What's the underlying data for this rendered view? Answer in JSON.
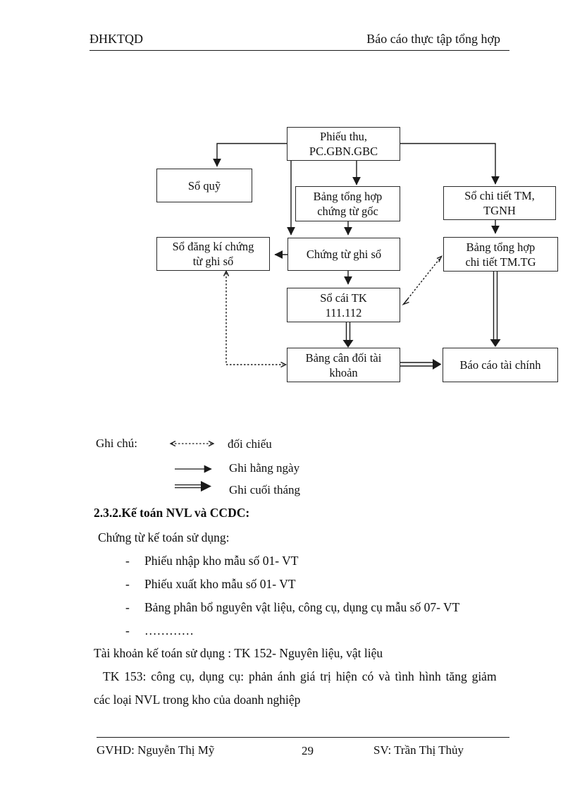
{
  "header": {
    "left": "ĐHKTQD",
    "right": "Báo cáo thực tập tổng hợp"
  },
  "flowchart": {
    "boxes": {
      "phieu_thu": {
        "line1": "Phiếu thu,",
        "line2": "PC.GBN.GBC"
      },
      "so_quy": {
        "line1": "Sổ quỹ"
      },
      "bang_th_ct_goc": {
        "line1": "Bảng tổng hợp",
        "line2": "chứng từ gốc"
      },
      "so_chi_tiet": {
        "line1": "Sổ chi tiết TM,",
        "line2": "TGNH"
      },
      "so_dang_ki": {
        "line1": "Sổ đăng kí chứng",
        "line2": "từ ghi sổ"
      },
      "chung_tu_ghi_so": {
        "line1": "Chứng từ ghi sổ"
      },
      "bang_th_chi_tiet": {
        "line1": "Bảng tổng hợp",
        "line2": "chi tiết TM.TG"
      },
      "so_cai": {
        "line1": "Sổ cái TK",
        "line2": "111.112"
      },
      "bang_can_doi": {
        "line1": "Bảng cân đối tài",
        "line2": "khoản"
      },
      "bao_cao": {
        "line1": "Báo cáo tài chính"
      }
    },
    "line_color": "#1a1a1a"
  },
  "legend": {
    "title": "Ghi chú:",
    "items": [
      {
        "label": "đối chiếu",
        "style": "dotted-double-arrow"
      },
      {
        "label": "Ghi hằng ngày",
        "style": "solid-arrow"
      },
      {
        "label": "Ghi cuối tháng",
        "style": "double-line-arrow"
      }
    ]
  },
  "body": {
    "bullet_marker": "-",
    "heading": "2.3.2.Kế toán NVL và CCDC:",
    "intro": "Chứng từ kế toán sử dụng:",
    "bullets": [
      "Phiếu nhập kho mẫu số 01- VT",
      "Phiếu xuất kho mẫu số 01- VT",
      "Bảng  phân bổ nguyên vật liệu,  công cụ, dụng cụ mẫu số 07- VT",
      "…………"
    ],
    "line_tk152": "Tài khoản kế toán sử dụng : TK 152- Nguyên liệu,  vật liệu",
    "line_tk153a": "TK 153: công cụ, dụng cụ: phản ánh giá trị hiện  có và tình hình tăng giảm",
    "line_tk153b": "các loại NVL trong kho của doanh nghiệp"
  },
  "footer": {
    "left": "GVHD: Nguyễn Thị Mỹ",
    "page_number": "29",
    "right": "SV: Trần Thị Thủy"
  }
}
